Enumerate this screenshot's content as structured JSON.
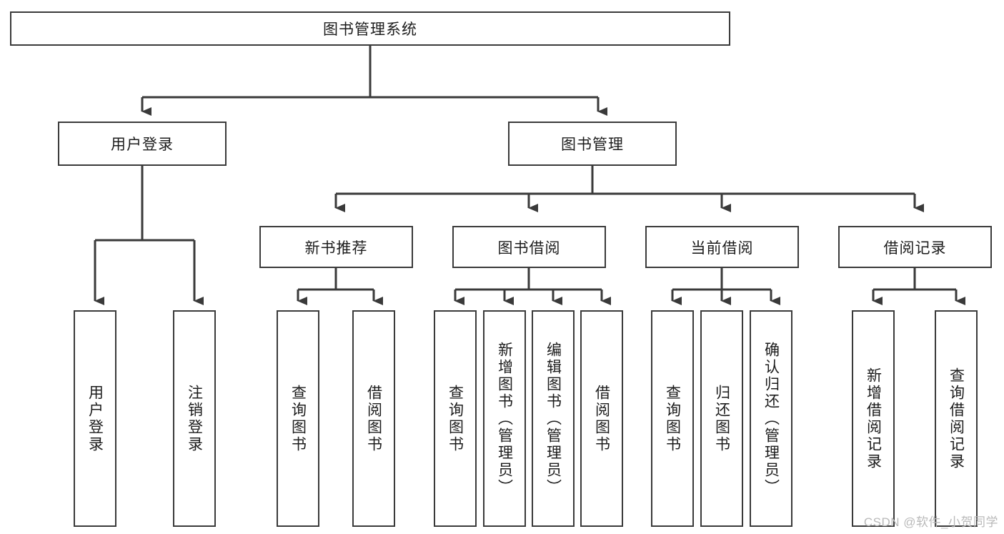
{
  "diagram": {
    "type": "tree-hierarchy-chart",
    "title": "图书管理系统",
    "colors": {
      "background": "#ffffff",
      "stroke": "#3a3a3a",
      "text": "#1c1c1c",
      "watermark": "#b9b9b9"
    },
    "root": {
      "label": "图书管理系统"
    },
    "level2": [
      {
        "label": "用户登录"
      },
      {
        "label": "图书管理"
      }
    ],
    "level3": [
      {
        "label": "新书推荐"
      },
      {
        "label": "图书借阅"
      },
      {
        "label": "当前借阅"
      },
      {
        "label": "借阅记录"
      }
    ],
    "leaves": {
      "user_login": [
        {
          "label": "用户登录"
        },
        {
          "label": "注销登录"
        }
      ],
      "new_book_recommend": [
        {
          "label": "查询图书"
        },
        {
          "label": "借阅图书"
        }
      ],
      "book_borrow": [
        {
          "label": "查询图书"
        },
        {
          "label": "新增图书（管理员）"
        },
        {
          "label": "编辑图书（管理员）"
        },
        {
          "label": "借阅图书"
        }
      ],
      "current_borrow": [
        {
          "label": "查询图书"
        },
        {
          "label": "归还图书"
        },
        {
          "label": "确认归还（管理员）"
        }
      ],
      "borrow_record": [
        {
          "label": "新增借阅记录"
        },
        {
          "label": "查询借阅记录"
        }
      ]
    }
  },
  "watermark": {
    "text": "CSDN @软件_小贺同学"
  }
}
